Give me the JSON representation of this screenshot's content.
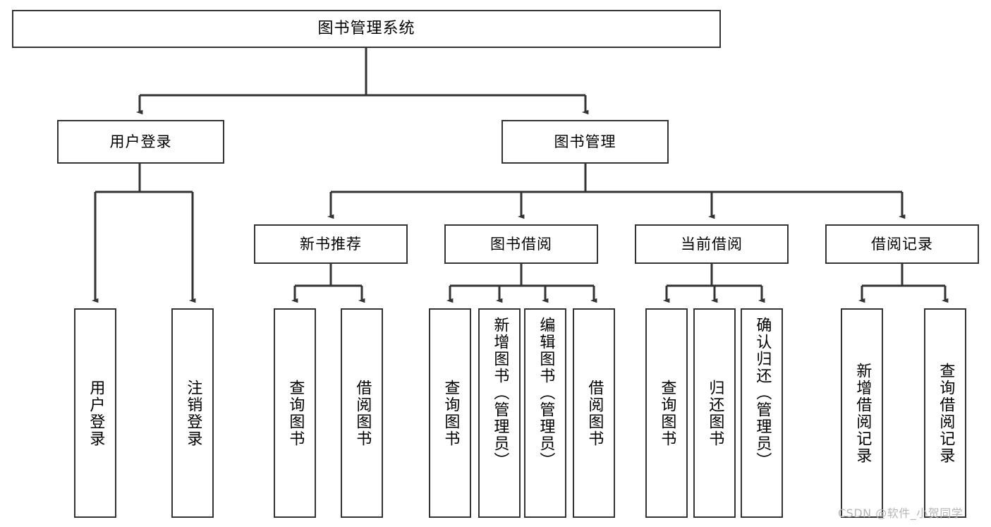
{
  "diagram": {
    "type": "tree-hierarchy-flowchart",
    "title": "图书管理系统",
    "orientation": "top-down",
    "stroke_color": "#333333",
    "box_fill": "#ffffff",
    "background": "#ffffff"
  },
  "nodes": {
    "root": {
      "id": "root",
      "label": "图书管理系统",
      "level": 0,
      "orientation": "horizontal"
    },
    "level1": [
      {
        "id": "user-login",
        "label": "用户登录",
        "level": 1,
        "orientation": "horizontal"
      },
      {
        "id": "book-manage",
        "label": "图书管理",
        "level": 1,
        "orientation": "horizontal"
      }
    ],
    "level2": [
      {
        "id": "new-book-recommend",
        "label": "新书推荐",
        "level": 2,
        "orientation": "horizontal",
        "parent": "book-manage"
      },
      {
        "id": "book-borrow",
        "label": "图书借阅",
        "level": 2,
        "orientation": "horizontal",
        "parent": "book-manage"
      },
      {
        "id": "current-borrow",
        "label": "当前借阅",
        "level": 2,
        "orientation": "horizontal",
        "parent": "book-manage"
      },
      {
        "id": "borrow-record",
        "label": "借阅记录",
        "level": 2,
        "orientation": "horizontal",
        "parent": "book-manage"
      }
    ],
    "leaves": [
      {
        "id": "leaf-user-login",
        "label": "用户登录",
        "parent": "user-login",
        "orientation": "vertical"
      },
      {
        "id": "leaf-logout",
        "label": "注销登录",
        "parent": "user-login",
        "orientation": "vertical"
      },
      {
        "id": "leaf-query-book-1",
        "label": "查询图书",
        "parent": "new-book-recommend",
        "orientation": "vertical"
      },
      {
        "id": "leaf-borrow-book-1",
        "label": "借阅图书",
        "parent": "new-book-recommend",
        "orientation": "vertical"
      },
      {
        "id": "leaf-query-book-2",
        "label": "查询图书",
        "parent": "book-borrow",
        "orientation": "vertical"
      },
      {
        "id": "leaf-add-book",
        "label": "新增图书（管理员）",
        "parent": "book-borrow",
        "orientation": "vertical"
      },
      {
        "id": "leaf-edit-book",
        "label": "编辑图书（管理员）",
        "parent": "book-borrow",
        "orientation": "vertical"
      },
      {
        "id": "leaf-borrow-book-2",
        "label": "借阅图书",
        "parent": "book-borrow",
        "orientation": "vertical"
      },
      {
        "id": "leaf-query-book-3",
        "label": "查询图书",
        "parent": "current-borrow",
        "orientation": "vertical"
      },
      {
        "id": "leaf-return-book",
        "label": "归还图书",
        "parent": "current-borrow",
        "orientation": "vertical"
      },
      {
        "id": "leaf-confirm-return",
        "label": "确认归还（管理员）",
        "parent": "current-borrow",
        "orientation": "vertical"
      },
      {
        "id": "leaf-add-record",
        "label": "新增借阅记录",
        "parent": "borrow-record",
        "orientation": "vertical"
      },
      {
        "id": "leaf-query-record",
        "label": "查询借阅记录",
        "parent": "borrow-record",
        "orientation": "vertical"
      }
    ]
  },
  "watermark": {
    "text": "CSDN @软件_小贺同学"
  }
}
